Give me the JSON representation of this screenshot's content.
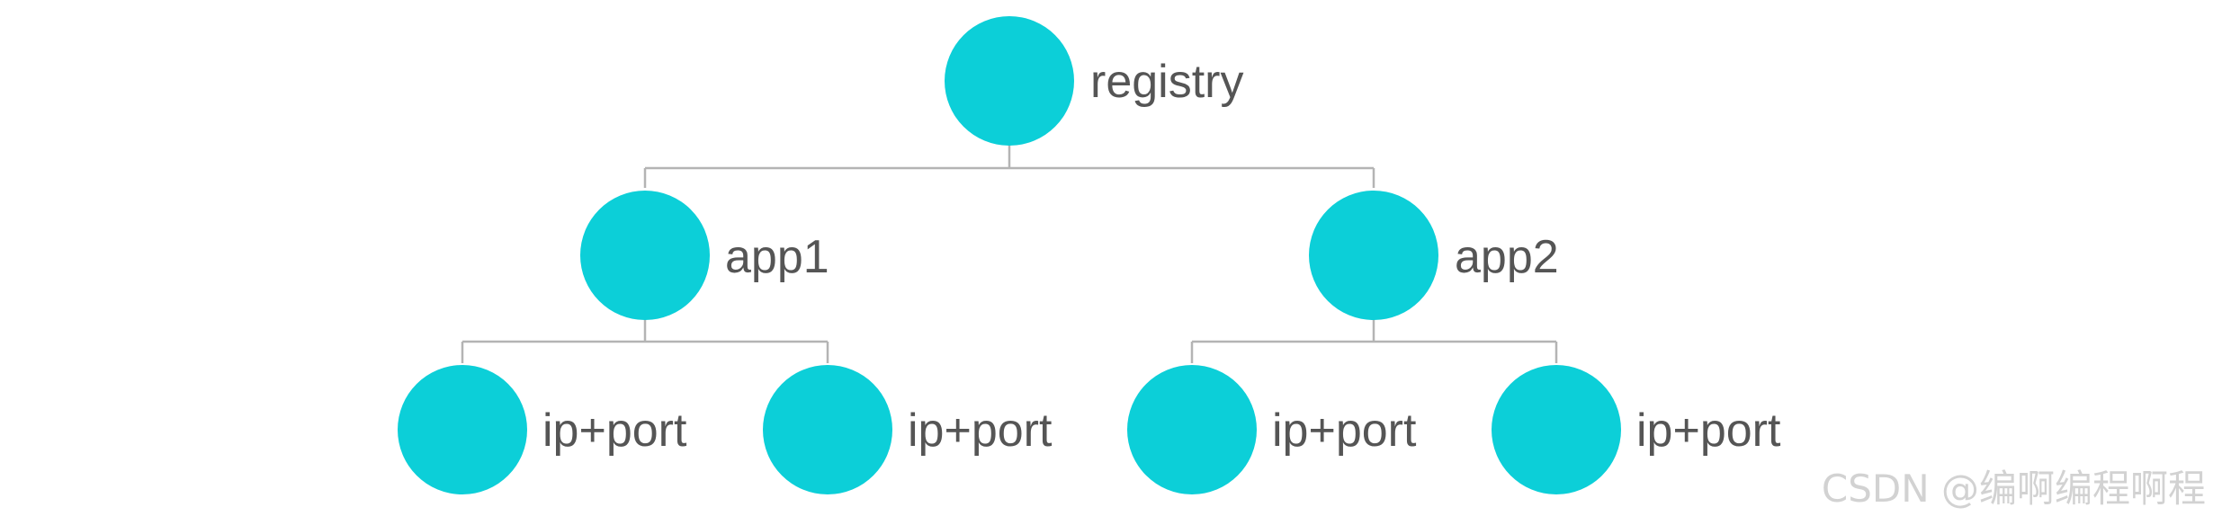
{
  "diagram": {
    "node_color": "#0ccfd8",
    "line_color": "#b4b4b4",
    "label_color": "#555555",
    "root": {
      "label": "registry",
      "children": [
        {
          "label": "app1",
          "children": [
            {
              "label": "ip+port"
            },
            {
              "label": "ip+port"
            }
          ]
        },
        {
          "label": "app2",
          "children": [
            {
              "label": "ip+port"
            },
            {
              "label": "ip+port"
            }
          ]
        }
      ]
    }
  },
  "watermark": {
    "text": "CSDN @编啊编程啊程"
  }
}
